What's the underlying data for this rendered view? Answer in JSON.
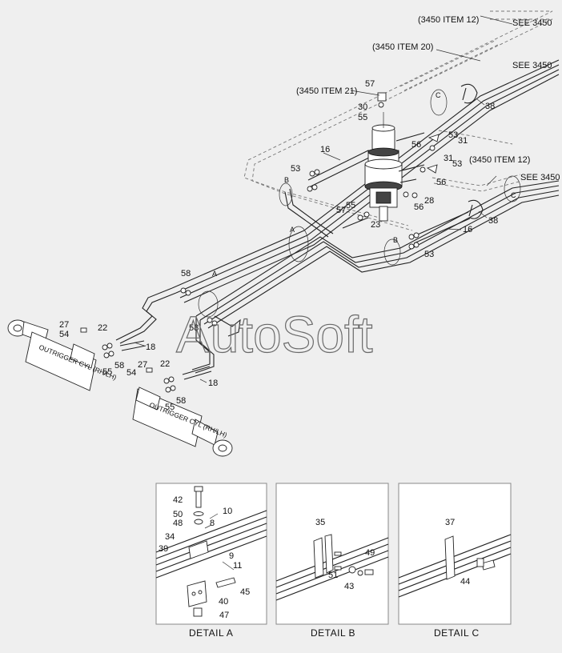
{
  "references": {
    "item12_top": "(3450 ITEM 12)",
    "item20": "(3450 ITEM 20)",
    "item21": "(3450 ITEM 21)",
    "item12_right": "(3450 ITEM 12)",
    "see1": "SEE 3450",
    "see2": "SEE 3450",
    "see3": "SEE 3450"
  },
  "callouts": {
    "c57a": "57",
    "c30": "30",
    "c55a": "55",
    "c38a": "38",
    "c53a": "53",
    "c31a": "31",
    "c56a": "56",
    "c31b": "31",
    "c53b": "53",
    "c16a": "16",
    "c53c": "53",
    "c56b": "56",
    "c28": "28",
    "c56c": "56",
    "c55b": "55",
    "c57b": "57",
    "c23": "23",
    "c38b": "38",
    "c16b": "16",
    "c53d": "53",
    "c58a": "58",
    "c58b": "58",
    "c27a": "27",
    "c54a": "54",
    "c22a": "22",
    "c18a": "18",
    "c55c": "55",
    "c58c": "58",
    "c27b": "27",
    "c54b": "54",
    "c22b": "22",
    "c55d": "55",
    "c58d": "58",
    "c18b": "18"
  },
  "detail_letters": {
    "a1": "A",
    "a2": "A",
    "b1": "B",
    "b2": "B",
    "cc1": "C",
    "cc2": "C"
  },
  "cylinder_labels": {
    "upper": "OUTRIGGER CYL (RH/LH)",
    "lower": "OUTRIGGER CYL (RH/LH)"
  },
  "detail_a": {
    "caption": "DETAIL A",
    "callouts": {
      "p42": "42",
      "p50": "50",
      "p48": "48",
      "p10": "10",
      "p8": "8",
      "p34": "34",
      "p39": "39",
      "p9": "9",
      "p11": "11",
      "p45": "45",
      "p40": "40",
      "p47": "47"
    }
  },
  "detail_b": {
    "caption": "DETAIL B",
    "callouts": {
      "p35": "35",
      "p49": "49",
      "p51": "51",
      "p43": "43"
    }
  },
  "detail_c": {
    "caption": "DETAIL C",
    "callouts": {
      "p37": "37",
      "p44": "44"
    }
  },
  "watermark": "AutoSoft",
  "colors": {
    "background": "#efefef",
    "line": "#222222",
    "dashed": "#777777",
    "panel": "#ffffff"
  }
}
